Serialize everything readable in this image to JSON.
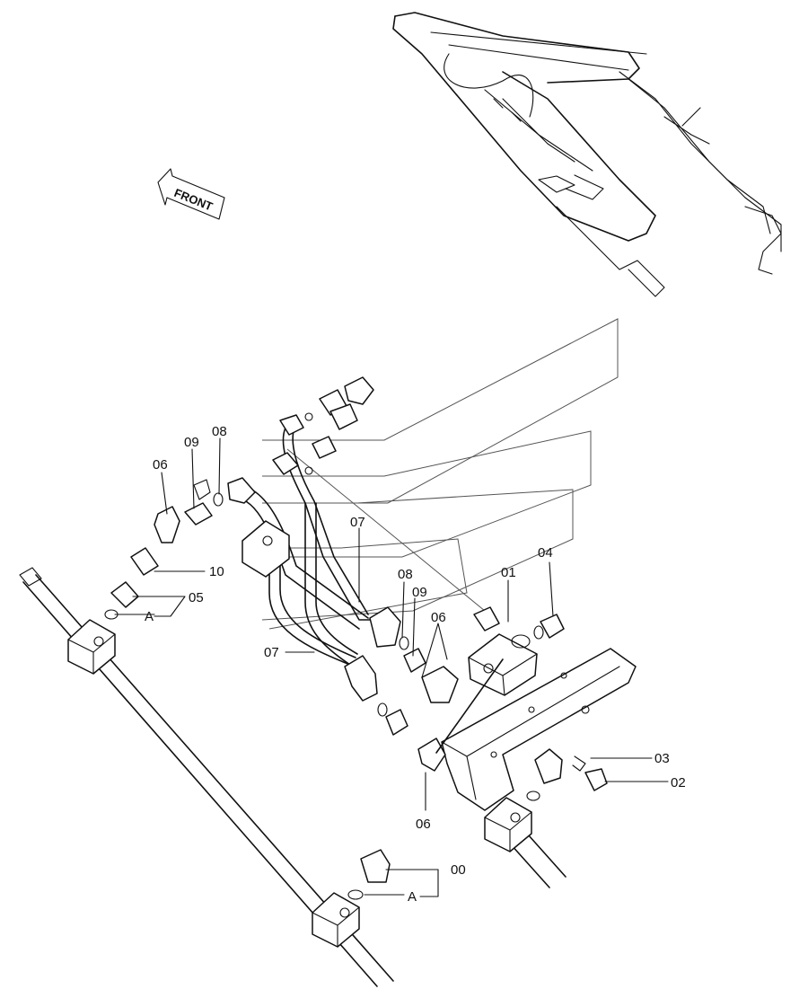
{
  "direction": "FRONT",
  "callouts": {
    "c00": "00",
    "c01": "01",
    "c02": "02",
    "c03": "03",
    "c04": "04",
    "c05": "05",
    "c06_left": "06",
    "c06_mid": "06",
    "c06_bottom": "06",
    "c07_top": "07",
    "c07_left": "07",
    "c08_left": "08",
    "c08_mid": "08",
    "c09_left": "09",
    "c09_mid": "09",
    "c10": "10",
    "cA_top": "A",
    "cA_bottom": "A"
  }
}
